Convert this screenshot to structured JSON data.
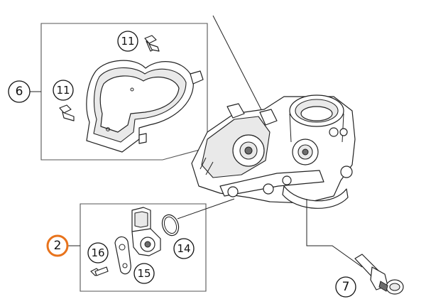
{
  "callouts": [
    {
      "id": "c6",
      "label": "6",
      "highlight": false
    },
    {
      "id": "c11a",
      "label": "11",
      "highlight": false
    },
    {
      "id": "c11b",
      "label": "11",
      "highlight": false
    },
    {
      "id": "c2",
      "label": "2",
      "highlight": true
    },
    {
      "id": "c16",
      "label": "16",
      "highlight": false
    },
    {
      "id": "c15",
      "label": "15",
      "highlight": false
    },
    {
      "id": "c14",
      "label": "14",
      "highlight": false
    },
    {
      "id": "c7",
      "label": "7",
      "highlight": false
    }
  ],
  "colors": {
    "highlight": "#e8731c",
    "line": "#222222"
  }
}
